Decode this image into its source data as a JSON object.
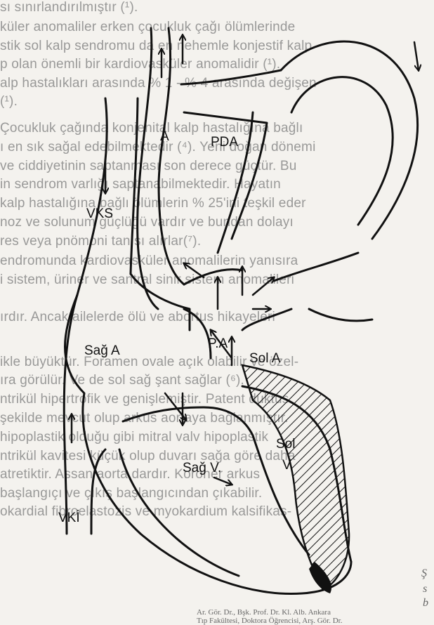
{
  "background_text": [
    "sı sınırlandırılmıştır (¹).",
    "küler anomaliler erken çocukluk çağı ölümlerinde",
    "stik sol kalp sendromu da en nehemle konjestif kalp",
    "p olan önemli bir kardiovasküler anomalidir (¹).",
    "alp hastalıkları arasında % 1 - % 4 arasında değişen",
    "(¹).",
    "Çocukluk çağında konjenital kalp hastalığına bağlı",
    "ı en sık sağal edebilmektedir (⁴). Yeni doğan dönemi",
    "ve ciddiyetinin saptanması son derece güçtür. Bu",
    "in sendrom varlığı saptanabilmektedir. Hayatın",
    "kalp hastalığına bağlı ölümlerin % 25'ini teşkil eder",
    "noz ve solunum güçlüğü vardır ve bundan dolayı",
    "res veya pnömoni tanısı alırlar(⁷).",
    "endromunda kardiovasküler anomalilerin yanısıra",
    "i sistem, üriner ve santral sinir sistem anomalileri",
    "",
    "ırdır. Ancak ailelerde ölü ve abortus hikayeleri",
    "",
    "ikle büyüktür. Foramen ovale açık olabilir ve özel-",
    "ıra görülür. Ve de sol sağ şant sağlar (⁶).",
    "ntrikül hipertrofik ve genişlemiştir. Patent duktus",
    "şekilde mevcut olup arkus aortaya bağlanmıştır.",
    "hipoplastik olduğu gibi mitral valv hipoplastik",
    "ntrikül kavitesi küçük olup duvarı sağa göre daha",
    "atretiktir. Assan aorta dardır. Koroner arkus",
    "başlangıçı ve çıkış başlangıcından çıkabilir.",
    "okardial fibroelastozis ve myokardium kalsifikas-"
  ],
  "labels": {
    "aorta": "A",
    "pda": "PDA",
    "svc": "VKS",
    "right_atrium": "Sağ A",
    "pulmonary_artery": "P.A",
    "left_atrium": "Sol A",
    "left_ventricle_line1": "Sol",
    "left_ventricle_line2": "V",
    "right_ventricle": "Sağ V.",
    "ivc": "VKİ"
  },
  "footer": {
    "right_chars": [
      "Ş",
      "s",
      "b"
    ],
    "line1": "Ar. Gör. Dr., Bşk. Prof. Dr. Kl. Alb. Ankara",
    "line2": "Tıp Fakültesi, Doktora Öğrencisi, Arş. Gör. Dr."
  },
  "colors": {
    "background": "#f4f2ee",
    "ink": "#111111",
    "faded_text": "#8a8a8a"
  }
}
